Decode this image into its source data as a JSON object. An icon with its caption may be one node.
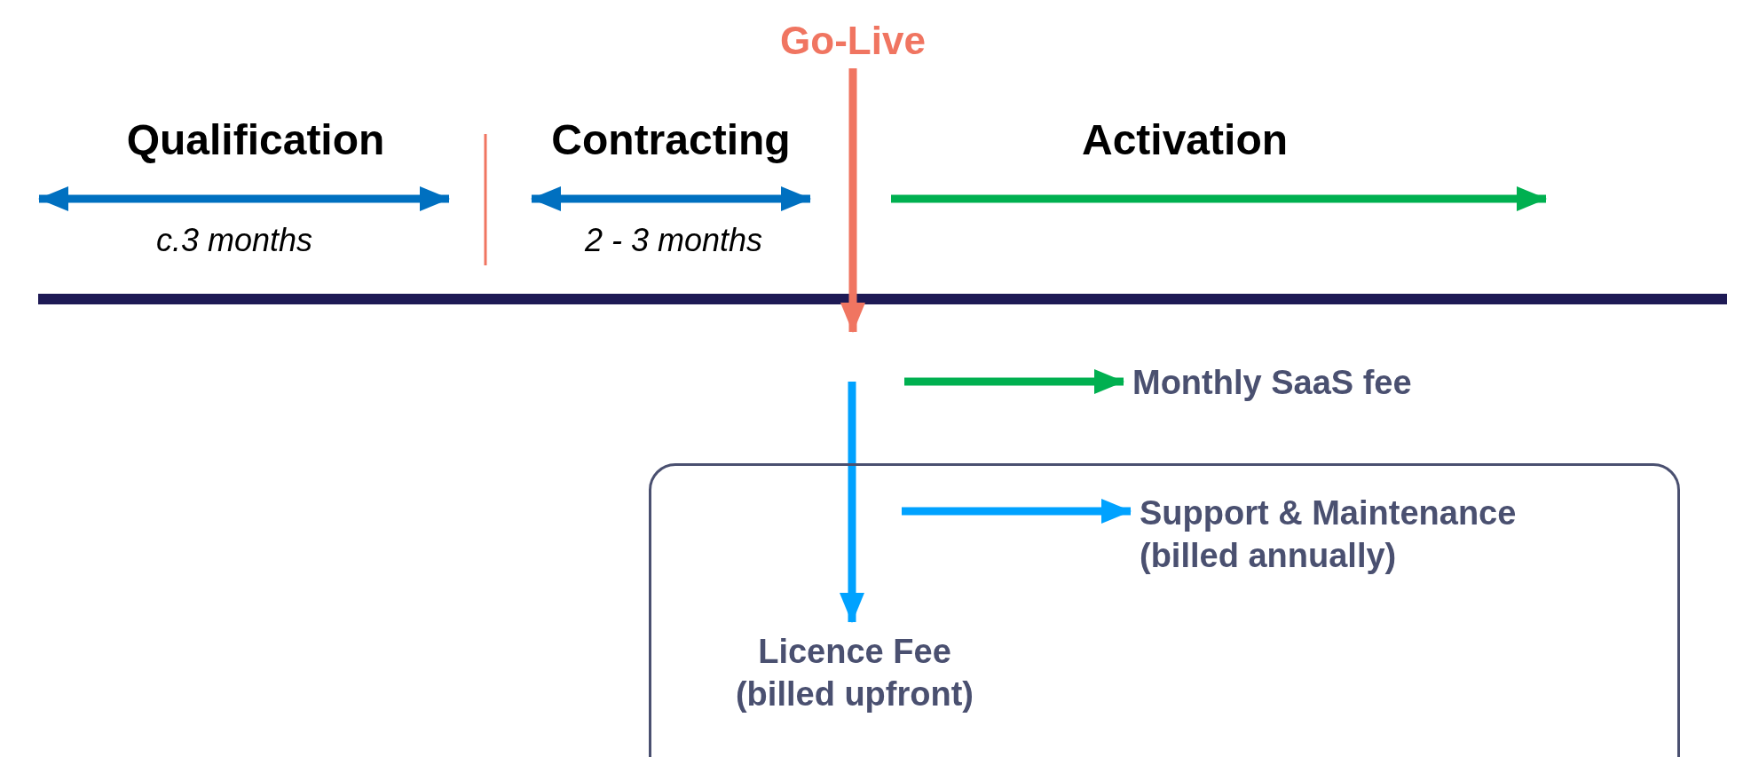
{
  "diagram": {
    "nodes": [
      {
        "text": [
          "Go-Live"
        ]
      },
      {
        "text": [
          "Monthly SaaS fee"
        ]
      },
      {
        "text": [],
        "shape": "box"
      },
      {
        "text": [
          "Support & Maintenance (billed annually)"
        ],
        "in": 2
      },
      {
        "text": [
          "Licence Fee (billed upfront)"
        ],
        "in": 2
      }
    ],
    "edges": [
      {
        "from": 0,
        "to": null,
        "arrow": "to",
        "color": "#f07561"
      },
      {
        "from": null,
        "to": 1,
        "arrow": "to",
        "color": "#00b050"
      },
      {
        "from": null,
        "to": 3,
        "arrow": "to",
        "color": "#00a2ff"
      },
      {
        "from": null,
        "to": 4,
        "arrow": "to",
        "color": "#00a2ff"
      }
    ],
    "labels": [
      "Qualification",
      "Contracting",
      "Activation",
      "c.3 months",
      "2 - 3 months"
    ]
  }
}
